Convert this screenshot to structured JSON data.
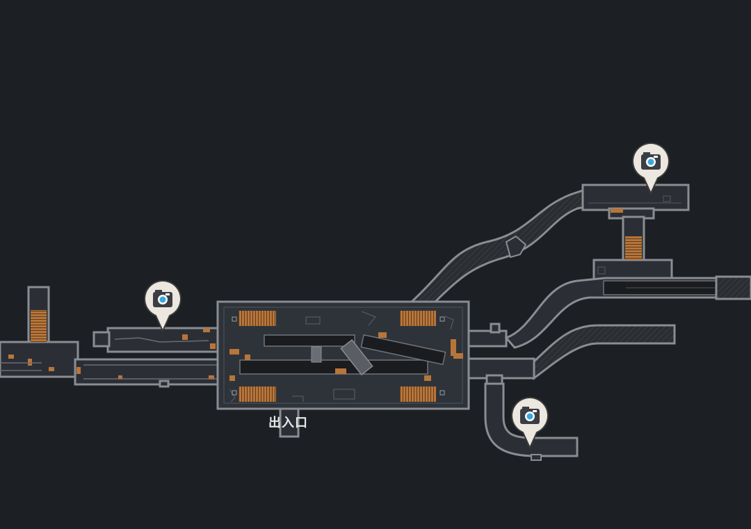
{
  "map": {
    "entrance_label": "出入口",
    "markers": [
      {
        "name": "camera-marker-west",
        "icon": "camera-icon"
      },
      {
        "name": "camera-marker-northeast",
        "icon": "camera-icon"
      },
      {
        "name": "camera-marker-southeast",
        "icon": "camera-icon"
      }
    ],
    "colors": {
      "background": "#1c1f23",
      "wall": "#8a8d91",
      "floor": "#2b2f35",
      "stairs": "#b8753a",
      "marker_fill": "#ece7df"
    }
  }
}
